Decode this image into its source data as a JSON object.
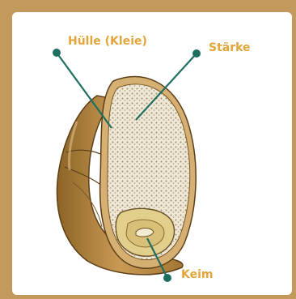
{
  "labels": {
    "huelle": "Hülle (Kleie)",
    "staerke": "Stärke",
    "keim": "Keim"
  },
  "colors": {
    "label_text": "#e3a43a",
    "leader_line": "#1f6f61",
    "frame": "#c49a5c",
    "bran": "#a57a36",
    "bran_light": "#d6b072",
    "starch": "#efe8d6",
    "germ": "#e2cf8c"
  }
}
